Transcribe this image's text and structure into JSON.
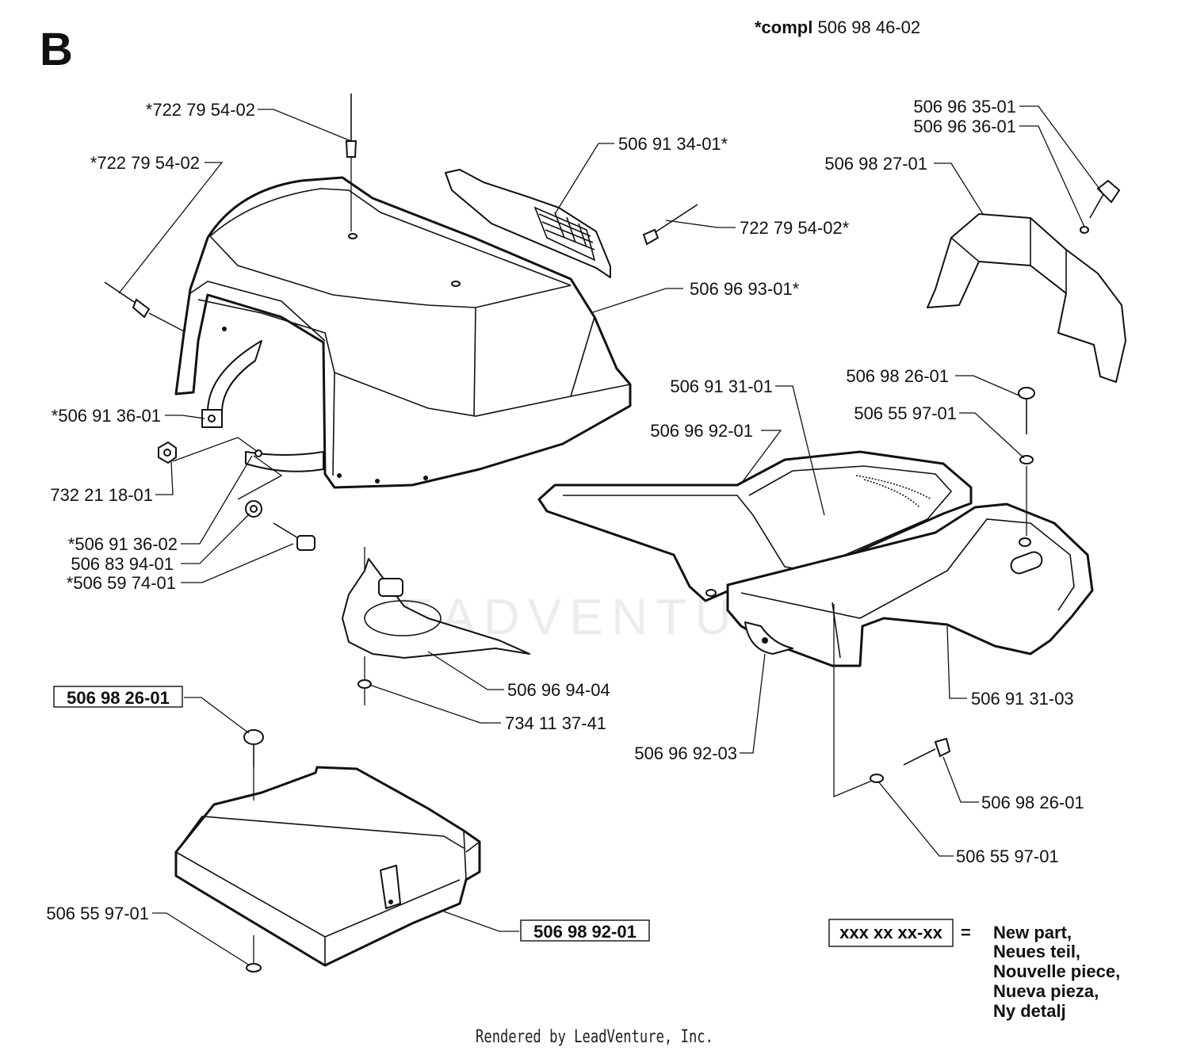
{
  "section_letter": "B",
  "compl": {
    "prefix": "*compl",
    "number": "506 98 46-02"
  },
  "labels": {
    "l_722_top": "*722 79 54-02",
    "l_722_left": "*722 79 54-02",
    "l_506_91_34": "506 91 34-01*",
    "l_722_right": "722 79 54-02*",
    "l_506_96_93": "506 96 93-01*",
    "l_506_91_36_01": "*506 91 36-01",
    "l_732_21": "732 21 18-01",
    "l_506_91_36_02": "*506 91 36-02",
    "l_506_83_94": "506 83 94-01",
    "l_506_59_74": "*506 59 74-01",
    "l_506_96_35": "506 96 35-01",
    "l_506_96_36": "506 96 36-01",
    "l_506_98_27": "506 98 27-01",
    "l_506_98_26_r": "506 98 26-01",
    "l_506_55_97_r": "506 55 97-01",
    "l_506_91_31_01": "506 91 31-01",
    "l_506_96_92_01": "506 96 92-01",
    "l_506_96_94": "506 96 94-04",
    "l_734_11": "734 11 37-41",
    "l_506_96_92_03": "506 96 92-03",
    "l_506_91_31_03": "506 91 31-03",
    "l_506_98_26_br": "506 98 26-01",
    "l_506_55_97_br": "506 55 97-01",
    "l_506_98_26_boxed": "506 98 26-01",
    "l_506_55_97_bl": "506 55 97-01",
    "l_506_98_92_boxed": "506 98 92-01"
  },
  "legend": {
    "pattern": "xxx xx xx-xx",
    "equals": "=",
    "lines": [
      "New part,",
      "Neues teil,",
      "Nouvelle piece,",
      "Nueva pieza,",
      "Ny detalj"
    ]
  },
  "watermark": "LEADVENTURE",
  "footer": "Rendered by LeadVenture, Inc."
}
